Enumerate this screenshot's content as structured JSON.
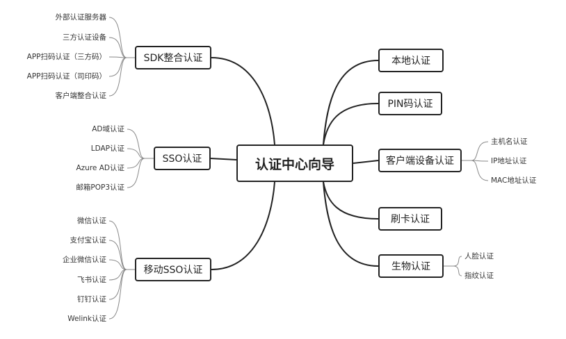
{
  "center": "认证中心向导",
  "branches": {
    "sdk": {
      "label": "SDK整合认证"
    },
    "sso": {
      "label": "SSO认证"
    },
    "msso": {
      "label": "移动SSO认证"
    },
    "local": {
      "label": "本地认证"
    },
    "pin": {
      "label": "PIN码认证"
    },
    "client": {
      "label": "客户端设备认证"
    },
    "card": {
      "label": "刷卡认证"
    },
    "bio": {
      "label": "生物认证"
    }
  },
  "leaves": {
    "sdk": [
      "外部认证服务器",
      "三方认证设备",
      "APP扫码认证（三方码）",
      "APP扫码认证（司印码）",
      "客户端整合认证"
    ],
    "sso": [
      "AD域认证",
      "LDAP认证",
      "Azure AD认证",
      "邮箱POP3认证"
    ],
    "msso": [
      "微信认证",
      "支付宝认证",
      "企业微信认证",
      "飞书认证",
      "钉钉认证",
      "Welink认证"
    ],
    "client": [
      "主机名认证",
      "IP地址认证",
      "MAC地址认证"
    ],
    "bio": [
      "人脸认证",
      "指纹认证"
    ]
  }
}
